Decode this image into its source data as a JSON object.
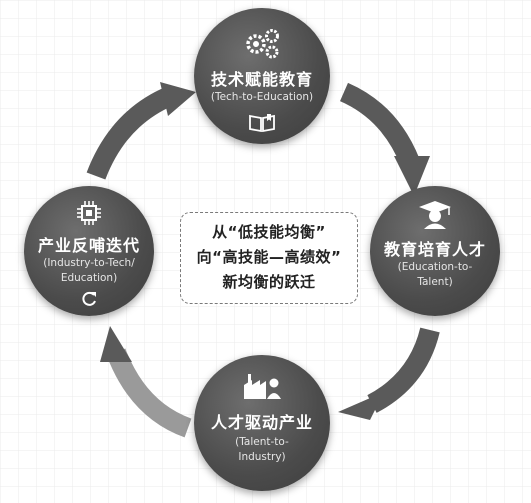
{
  "nodes": {
    "tech_to_education": {
      "title": "技术赋能教育",
      "subtitle": "(Tech-to-Education)",
      "icons": [
        "gears-icon",
        "book-icon"
      ]
    },
    "education_to_talent": {
      "title": "教育培育人才",
      "subtitle": [
        "(Education-to-",
        "Talent)"
      ],
      "icons": [
        "graduate-icon"
      ]
    },
    "talent_to_industry": {
      "title": "人才驱动产业",
      "subtitle": [
        "(Talent-to-",
        "Industry)"
      ],
      "icons": [
        "factory-icon"
      ]
    },
    "industry_to_tech": {
      "title": "产业反哺迭代",
      "subtitle": [
        "(Industry-to-Tech/",
        "Education)"
      ],
      "icons": [
        "chip-icon",
        "refresh-icon"
      ]
    }
  },
  "center": {
    "lines": [
      "从“低技能均衡”",
      "向“高技能—高绩效”",
      "新均衡的跃迁"
    ]
  },
  "colors": {
    "node_fill": "#4b4b4b",
    "arrow_fill": "#5a5a5a",
    "arrow_fill_light": "#9a9a9a",
    "text_on_node": "#ffffff",
    "center_text": "#222222"
  }
}
